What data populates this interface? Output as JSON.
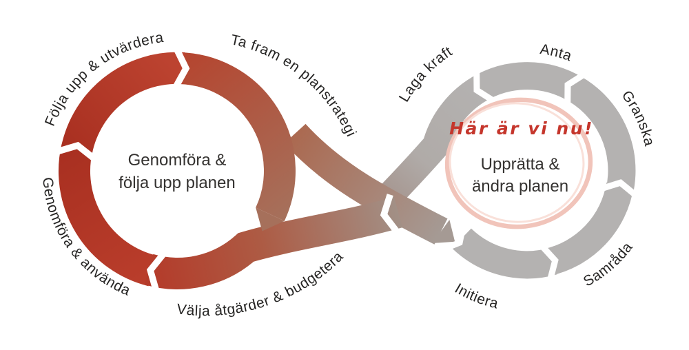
{
  "diagram": {
    "title_hint": "Planning process infinity cycle",
    "left_cycle": {
      "center_label": {
        "line1": "Genomföra &",
        "line2": "följa upp planen"
      },
      "segments": [
        {
          "label": "Följa upp & utvärdera"
        },
        {
          "label": "Ta fram en planstrategi"
        },
        {
          "label": "Välja åtgärder & budgetera"
        },
        {
          "label": "Genomföra & använda"
        }
      ]
    },
    "right_cycle": {
      "center_label": {
        "line1": "Upprätta &",
        "line2": "ändra planen"
      },
      "status_note": "Här är vi nu!",
      "segments": [
        {
          "label": "Initiera"
        },
        {
          "label": "Samråda"
        },
        {
          "label": "Granska"
        },
        {
          "label": "Anta"
        },
        {
          "label": "Laga kraft"
        }
      ]
    },
    "colors": {
      "red_dark": "#a93021",
      "red": "#b5392a",
      "brown": "#a6705b",
      "gray": "#b4b2b1",
      "taupe": "#a39089",
      "note_red": "#c5362c",
      "pink": "#f1c4ba",
      "text": "#262524"
    }
  }
}
